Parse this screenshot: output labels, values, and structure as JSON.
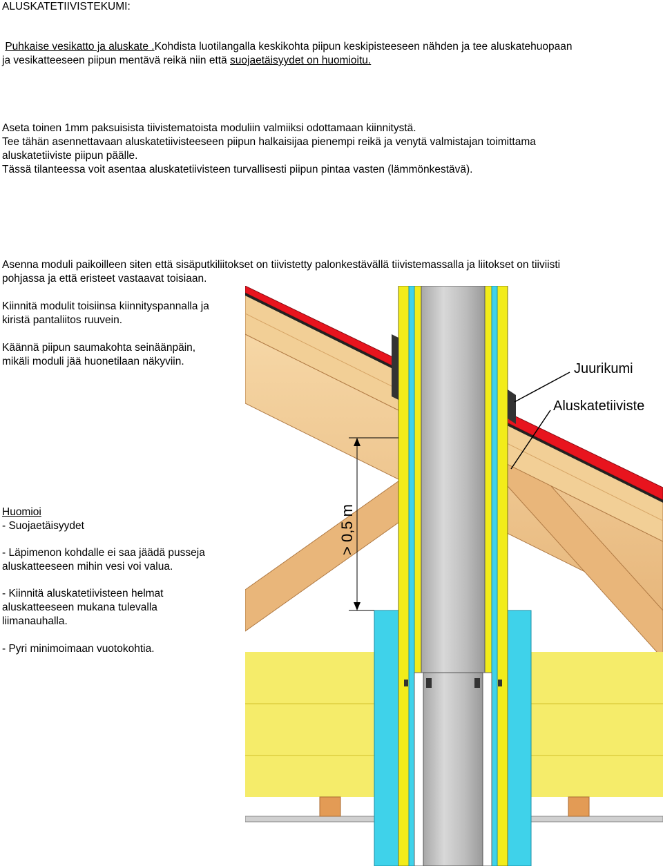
{
  "heading": "ALUSKATETIIVISTEKUMI:",
  "intro": {
    "link_text": "Puhkaise vesikatto ja aluskate .",
    "text": "Kohdista luotilangalla keskikohta piipun keskipisteeseen nähden ja tee aluskatehuopaan",
    "line2_text": "ja vesikatteeseen piipun mentävä reikä niin että ",
    "line2_link": "suojaetäisyydet on huomioitu."
  },
  "step2": {
    "line1": "Aseta toinen 1mm paksuisista tiivistematoista moduliin valmiiksi odottamaan kiinnitystä.",
    "line2": "Tee tähän asennettavaan aluskatetiivisteeseen piipun halkaisijaa pienempi reikä ja venytä valmistajan toimittama",
    "line3": "aluskatetiiviste  piipun päälle.",
    "line4": "Tässä tilanteessa voit asentaa aluskatetiivisteen turvallisesti piipun pintaa vasten (lämmönkestävä)."
  },
  "step3": {
    "line1": "Asenna moduli paikoilleen siten että sisäputkiliitokset on  tiivistetty palonkestävällä tiivistemassalla ja liitokset on tiiviisti",
    "line2": "pohjassa ja että eristeet vastaavat toisiaan."
  },
  "step4": {
    "line1": "Kiinnitä modulit toisiinsa kiinnityspannalla ja",
    "line2": "kiristä pantaliitos ruuvein."
  },
  "step5": {
    "line1": "Käännä piipun saumakohta seinäänpäin,",
    "line2": "mikäli moduli jää huonetilaan näkyviin."
  },
  "notes": {
    "title": "Huomioi ",
    "item1": "- Suojaetäisyydet",
    "item2_line1": "- Läpimenon kohdalle ei saa jäädä pusseja",
    "item2_line2": "aluskatteeseen mihin vesi voi valua.",
    "item3_line1": "- Kiinnitä aluskatetiivisteen  helmat",
    "item3_line2": "aluskatteeseen mukana tulevalla",
    "item3_line3": "liimanauhalla.",
    "item4": "- Pyri minimoimaan vuotokohtia."
  },
  "drawing": {
    "label_juurikumi": "Juurikumi",
    "label_aluskatetiiviste": "Aluskatetiiviste",
    "dimension": "> 0,5 m",
    "colors": {
      "roof_red": "#e8141e",
      "wood": "#f0c890",
      "wood_dark": "#c8864a",
      "insulation": "#f5ec6a",
      "cyan": "#3fd2ea",
      "pipe": "#c4c4c4",
      "yellow_layer": "#f2ec1a"
    }
  }
}
